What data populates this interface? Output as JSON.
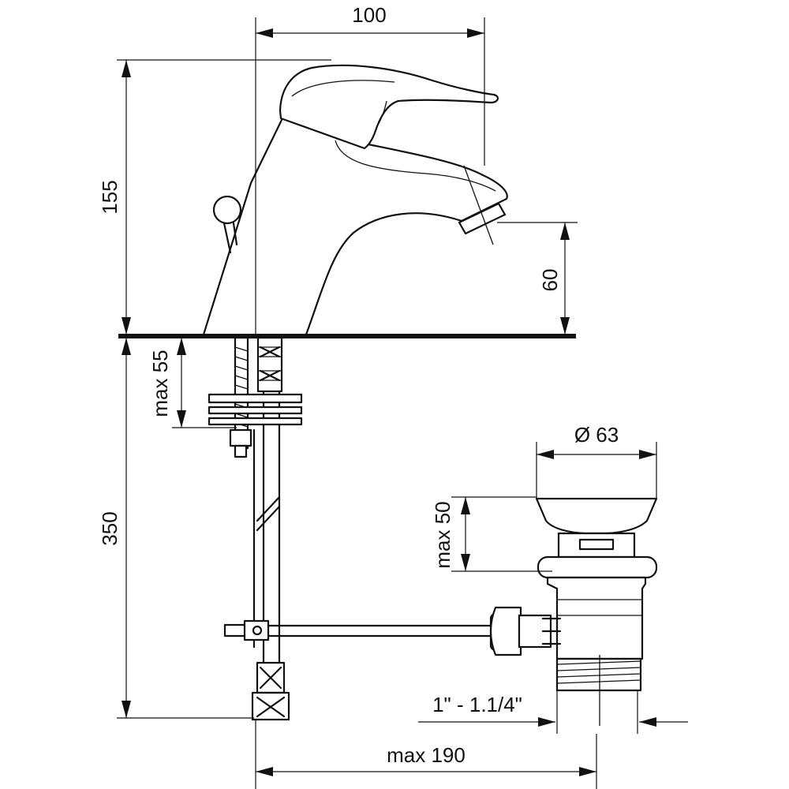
{
  "dimensions": {
    "top_width": "100",
    "height_total": "155",
    "spout_height": "60",
    "max_thickness": "max 55",
    "pipe_length": "350",
    "diameter": "Ø 63",
    "max_lift": "max 50",
    "thread": "1\" - 1.1/4\"",
    "max_reach": "max 190"
  },
  "colors": {
    "line": "#111111",
    "background": "#ffffff"
  }
}
